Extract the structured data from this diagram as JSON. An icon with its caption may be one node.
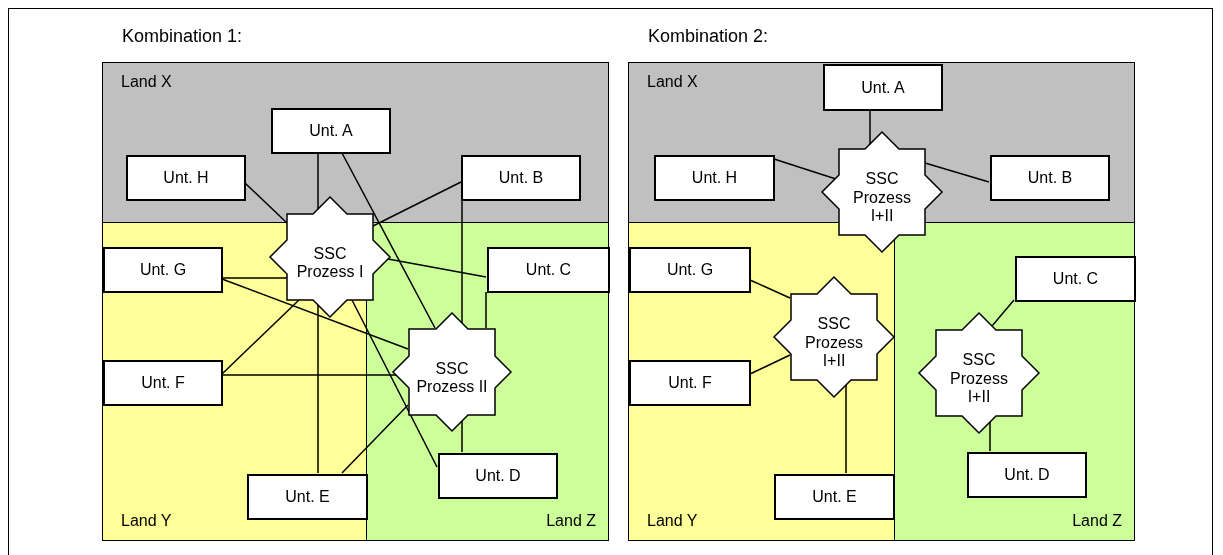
{
  "diagram": {
    "nodes": [
      {
        "text": [
          "Kombination 1:"
        ]
      },
      {
        "text": [
          "Land X"
        ],
        "in": 0
      },
      {
        "text": [
          "Unt. A"
        ],
        "in": 1
      },
      {
        "text": [
          "Unt. H"
        ],
        "in": 1
      },
      {
        "text": [
          "Unt. B"
        ],
        "in": 1
      },
      {
        "text": [
          "SSC Prozess I"
        ],
        "in": 0
      },
      {
        "text": [
          "Land Y"
        ],
        "in": 0
      },
      {
        "text": [
          "Unt. G"
        ],
        "in": 6
      },
      {
        "text": [
          "Unt. F"
        ],
        "in": 6
      },
      {
        "text": [
          "Unt. E"
        ],
        "in": 6
      },
      {
        "text": [
          "Land Z"
        ],
        "in": 0
      },
      {
        "text": [
          "Unt. C"
        ],
        "in": 10
      },
      {
        "text": [
          "SSC Prozess II"
        ],
        "in": 10
      },
      {
        "text": [
          "Unt. D"
        ],
        "in": 10
      },
      {
        "text": [
          "Kombination 2:"
        ]
      },
      {
        "text": [
          "Land X"
        ],
        "in": 14
      },
      {
        "text": [
          "Unt. A"
        ],
        "in": 15
      },
      {
        "text": [
          "Unt. H"
        ],
        "in": 15
      },
      {
        "text": [
          "Unt. B"
        ],
        "in": 15
      },
      {
        "text": [
          "SSC Prozess I+II"
        ],
        "in": 14
      },
      {
        "text": [
          "Land Y"
        ],
        "in": 14
      },
      {
        "text": [
          "Unt. G"
        ],
        "in": 20
      },
      {
        "text": [
          "Unt. F"
        ],
        "in": 20
      },
      {
        "text": [
          "SSC Prozess I+II"
        ],
        "in": 20
      },
      {
        "text": [
          "Unt. E"
        ],
        "in": 20
      },
      {
        "text": [
          "Land Z"
        ],
        "in": 14
      },
      {
        "text": [
          "Unt. C"
        ],
        "in": 25
      },
      {
        "text": [
          "SSC Prozess I+II"
        ],
        "in": 25
      },
      {
        "text": [
          "Unt. D"
        ],
        "in": 25
      }
    ],
    "edges": [
      {
        "from": 3,
        "to": 5,
        "arrow": "none"
      },
      {
        "from": 2,
        "to": 5,
        "arrow": "none"
      },
      {
        "from": 2,
        "to": 12,
        "arrow": "none"
      },
      {
        "from": 4,
        "to": 5,
        "arrow": "none"
      },
      {
        "from": 4,
        "to": 12,
        "arrow": "none"
      },
      {
        "from": 11,
        "to": 5,
        "arrow": "none"
      },
      {
        "from": 11,
        "to": 12,
        "arrow": "none"
      },
      {
        "from": 7,
        "to": 5,
        "arrow": "none"
      },
      {
        "from": 7,
        "to": 12,
        "arrow": "none"
      },
      {
        "from": 8,
        "to": 5,
        "arrow": "none"
      },
      {
        "from": 8,
        "to": 12,
        "arrow": "none"
      },
      {
        "from": 9,
        "to": 5,
        "arrow": "none"
      },
      {
        "from": 9,
        "to": 12,
        "arrow": "none"
      },
      {
        "from": 13,
        "to": 5,
        "arrow": "none"
      },
      {
        "from": 13,
        "to": 12,
        "arrow": "none"
      },
      {
        "from": 16,
        "to": 19,
        "arrow": "none"
      },
      {
        "from": 17,
        "to": 19,
        "arrow": "none"
      },
      {
        "from": 18,
        "to": 19,
        "arrow": "none"
      },
      {
        "from": 21,
        "to": 23,
        "arrow": "none"
      },
      {
        "from": 22,
        "to": 23,
        "arrow": "none"
      },
      {
        "from": 24,
        "to": 23,
        "arrow": "none"
      },
      {
        "from": 26,
        "to": 27,
        "arrow": "none"
      },
      {
        "from": 28,
        "to": 27,
        "arrow": "none"
      }
    ]
  }
}
